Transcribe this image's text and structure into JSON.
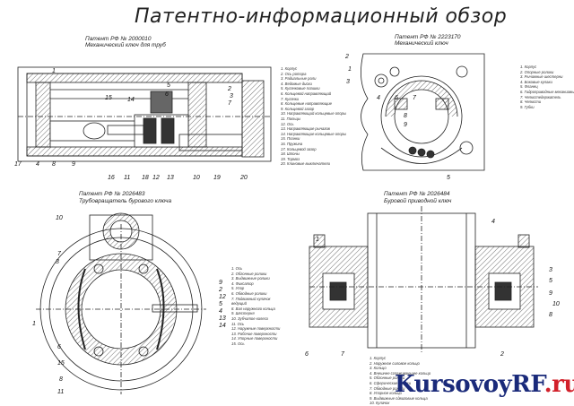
{
  "title": "Патентно-информационный обзор",
  "patents": {
    "p1": {
      "heading": "Патент РФ № 2000010",
      "subtitle": "Механический ключ для труб"
    },
    "p2": {
      "heading": "Патент РФ № 2223170",
      "subtitle": "Механический ключ"
    },
    "p3": {
      "heading": "Патент РФ № 2026483",
      "subtitle": "Трубовращатель бурового ключа"
    },
    "p4": {
      "heading": "Патент РФ № 2026484",
      "subtitle": "Буровой приводной ключ"
    }
  },
  "legend1": [
    "1. Корпус",
    "2. Ось ротора",
    "3. Радиальные роли",
    "4. Ведомые диски",
    "5. Кулачковые плашки",
    "6. Кольцевой направляющий",
    "7. Кулачки",
    "8. Кольцевые направляющие",
    "9. Кольцевой зазор",
    "10. Направляющий кольцевые опоры",
    "11. Пальцы",
    "12. Ось",
    "13. Направляющие рычагов",
    "14. Направляющие кольцевые опоры",
    "15. Планки",
    "16. Пружина",
    "17. Кольцевой зазор",
    "18. Шпоны",
    "19. Тормоз",
    "20. Клиновые выключатели"
  ],
  "legend2": [
    "1. Корпус",
    "2. Опорные ролики",
    "3. Рычажные шестерни",
    "4. Боковые кулаки",
    "5. Фланец",
    "6. Гидроприводные механизмы",
    "7. Челюстедержатель",
    "8. Челюсти",
    "9. Губки"
  ],
  "legend3": [
    "1. Ось",
    "2. Обгонные ролики",
    "3. Выдвижные ролики",
    "4. Фиксатор",
    "5. Упор",
    "6. Обводные ролики",
    "7. Подвижный кулачок",
    "   ведущий",
    "8. Вал наружного кольца",
    "9. Шестерня",
    "10. Зубчатое колесо",
    "11. Ось",
    "12. Наружные поверхности",
    "13. Рабочие поверхности",
    "14. Упорные поверхности",
    "15. Ось"
  ],
  "legend4": [
    "1. Корпус",
    "2. Наружное силовое кольцо",
    "3. Кольцо",
    "4. Внешнее сглаживающее кольцо",
    "5. Обгонные ролики",
    "6. Сферические ролики",
    "7. Обводные ролики",
    "8. Упорное кольцо",
    "9. Выдвижные сдвиговые кольца",
    "10. Кулачок"
  ],
  "watermark": {
    "main": "KursovoyRF",
    "suffix": ".ru"
  },
  "callouts": {
    "d1": [
      "1",
      "2",
      "3",
      "4",
      "5",
      "6",
      "7",
      "8",
      "9",
      "10",
      "11",
      "12",
      "13",
      "14",
      "15",
      "16",
      "17",
      "18",
      "19",
      "20"
    ],
    "d2": [
      "1",
      "2",
      "3",
      "4",
      "5",
      "6",
      "7",
      "8",
      "9"
    ],
    "d3": [
      "1",
      "2",
      "3",
      "4",
      "5",
      "6",
      "7",
      "8",
      "9",
      "10",
      "11",
      "12",
      "13",
      "14",
      "15"
    ],
    "d4": [
      "1",
      "2",
      "3",
      "4",
      "5",
      "6",
      "7",
      "8",
      "9",
      "10"
    ]
  }
}
